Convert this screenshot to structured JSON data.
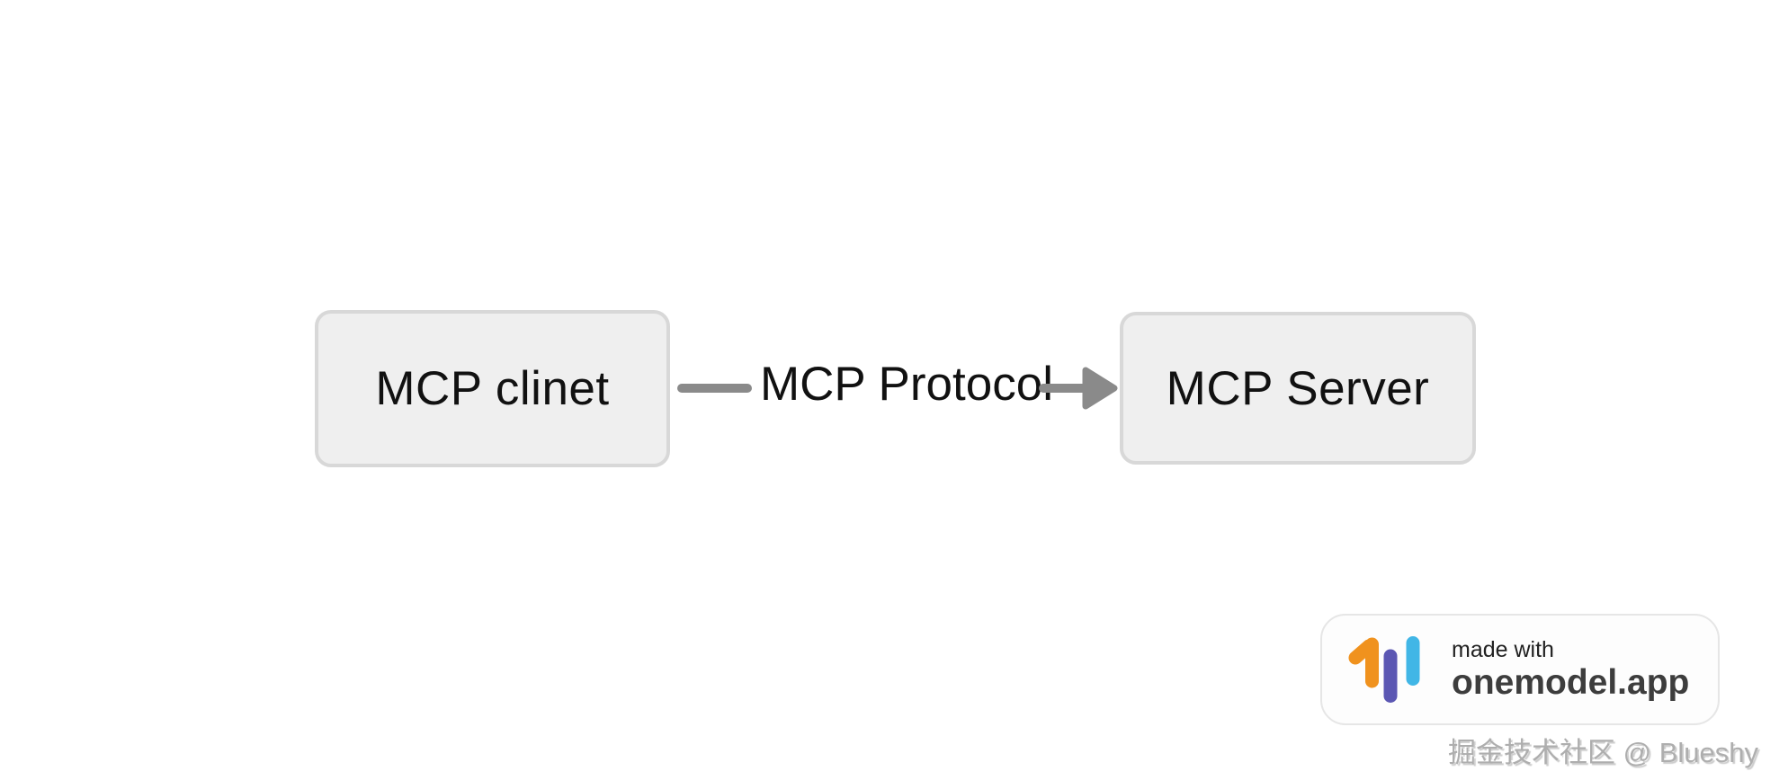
{
  "diagram": {
    "nodes": [
      {
        "id": "client",
        "label": "MCP clinet"
      },
      {
        "id": "server",
        "label": "MCP Server"
      }
    ],
    "connector": {
      "label": "MCP Protocol",
      "direction": "left-to-right"
    }
  },
  "badge": {
    "made_with": "made with",
    "brand": "onemodel.app"
  },
  "watermark": {
    "text": "掘金技术社区 @ Blueshy"
  },
  "colors": {
    "box_fill": "#efefef",
    "box_border": "#d8d8d8",
    "arrow_color": "#8a8a8a",
    "badge_bg": "#fdfdfd",
    "badge_border": "#e6e6e6",
    "logo_orange": "#f0921e",
    "logo_purple": "#5b57b3",
    "logo_blue": "#41b6e6"
  }
}
